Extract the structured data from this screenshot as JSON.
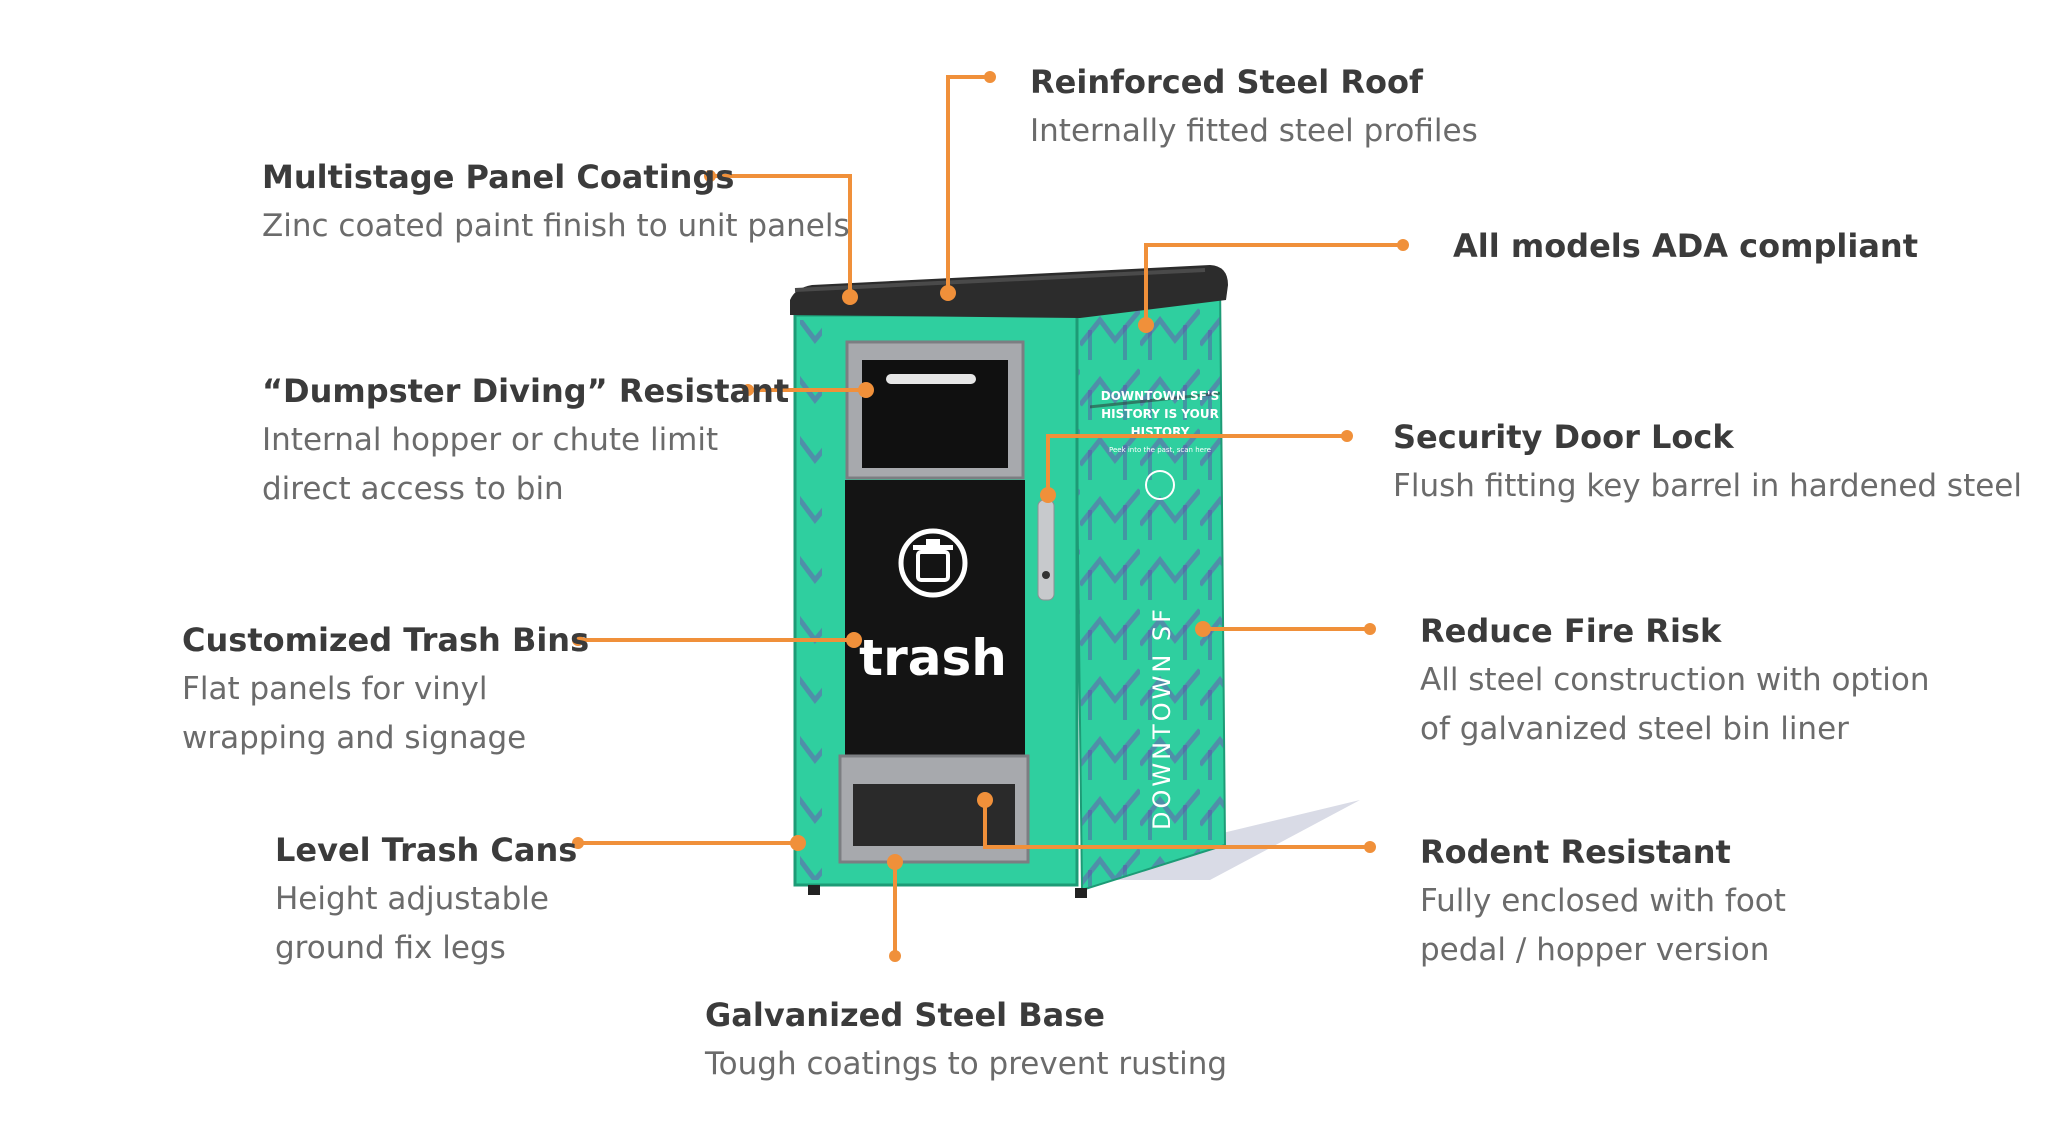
{
  "features": {
    "roof": {
      "title": "Reinforced Steel Roof",
      "lines": [
        "Internally fitted steel profiles"
      ]
    },
    "coating": {
      "title": "Multistage Panel Coatings",
      "lines": [
        "Zinc coated paint finish to unit panels"
      ]
    },
    "ada": {
      "title": "All models ADA compliant",
      "lines": []
    },
    "diving": {
      "title": "“Dumpster Diving” Resistant",
      "lines": [
        "Internal hopper or chute limit",
        "direct access to bin"
      ]
    },
    "lock": {
      "title": "Security Door Lock",
      "lines": [
        "Flush fitting key barrel in hardened steel"
      ]
    },
    "custom": {
      "title": "Customized Trash Bins",
      "lines": [
        "Flat panels for vinyl",
        "wrapping and signage"
      ]
    },
    "fire": {
      "title": "Reduce Fire Risk",
      "lines": [
        "All steel construction with option",
        "of galvanized steel bin liner"
      ]
    },
    "level": {
      "title": "Level Trash Cans",
      "lines": [
        "Height adjustable",
        "ground fix legs"
      ]
    },
    "rodent": {
      "title": "Rodent Resistant",
      "lines": [
        "Fully enclosed with foot",
        "pedal / hopper version"
      ]
    },
    "base": {
      "title": "Galvanized Steel Base",
      "lines": [
        "Tough coatings to prevent rusting"
      ]
    }
  },
  "bin": {
    "label": "trash",
    "side_vertical": "DOWNTOWN SF",
    "side_header": [
      "DOWNTOWN SF'S",
      "HISTORY IS YOUR",
      "HISTORY"
    ],
    "side_small": "Peek into the past, scan here"
  },
  "colors": {
    "leader": "#f0903a",
    "teal": "#2fcf9f",
    "teal_dark": "#1fae86",
    "roof": "#2c2c2c",
    "panel": "#141414",
    "purple": "#6a5bb0"
  }
}
